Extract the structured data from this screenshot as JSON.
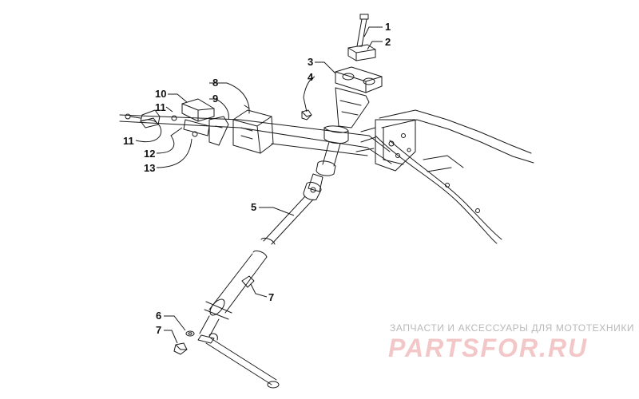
{
  "diagram": {
    "callouts": [
      "1",
      "2",
      "3",
      "4",
      "5",
      "7",
      "6",
      "7",
      "8",
      "9",
      "10",
      "11",
      "11",
      "12",
      "13"
    ]
  },
  "watermark": {
    "tagline": "ЗАПЧАСТИ И АКСЕССУАРЫ ДЛЯ МОТОТЕХНИКИ",
    "logo": "PARTSFOR.RU"
  },
  "colors": {
    "line": "#1a1a1a",
    "watermark_text": "#b8b8b8",
    "watermark_logo": "#f3c7c7"
  }
}
